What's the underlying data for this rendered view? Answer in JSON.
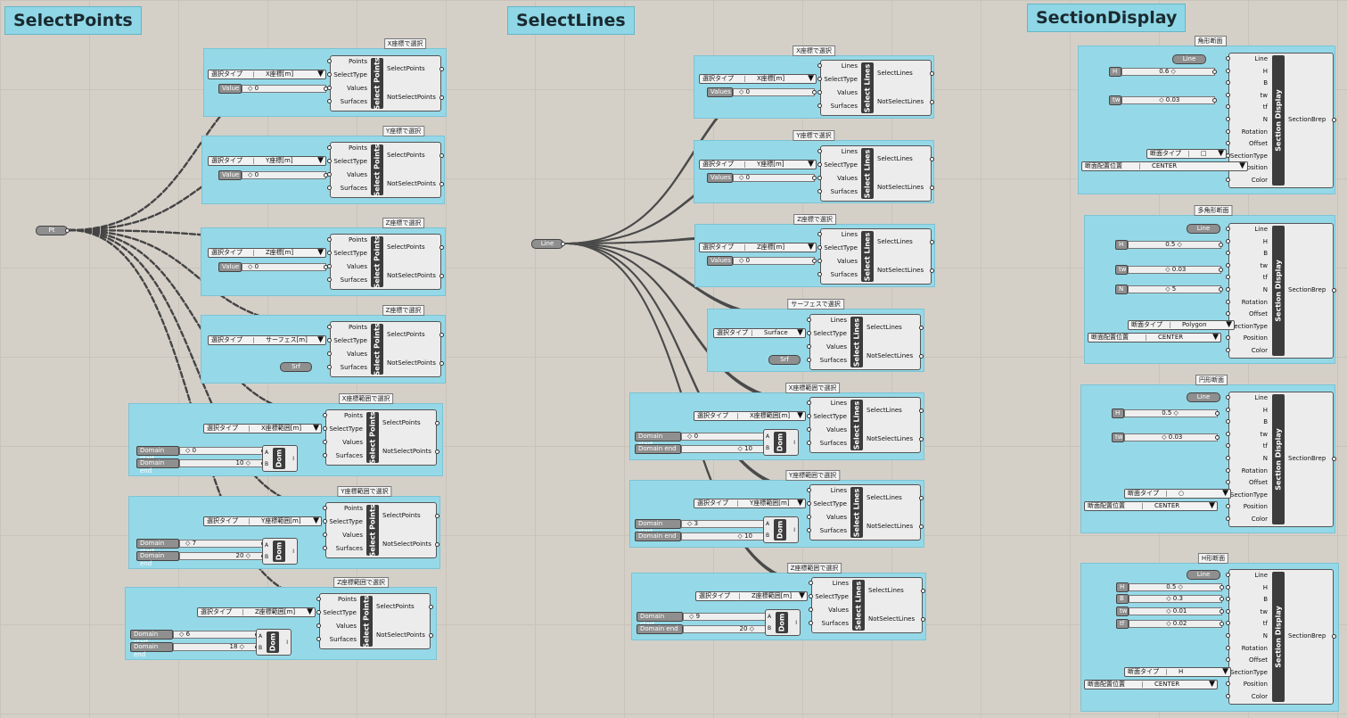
{
  "titles": {
    "select_points": "SelectPoints",
    "select_lines": "SelectLines",
    "section_display": "SectionDisplay"
  },
  "pt_param": "Pt",
  "line_param": "Line",
  "sp": {
    "comp_name": "Select Points",
    "inputs": [
      "Points",
      "SelectType",
      "Values",
      "Surfaces"
    ],
    "outputs": [
      "SelectPoints",
      "NotSelectPoints"
    ],
    "g1": {
      "label": "X座標で選択",
      "list_key": "選択タイプ",
      "list_val": "X座標[m]",
      "slider_name": "Value",
      "slider_val": "◇ 0"
    },
    "g2": {
      "label": "Y座標で選択",
      "list_key": "選択タイプ",
      "list_val": "Y座標[m]",
      "slider_name": "Value",
      "slider_val": "◇ 0"
    },
    "g3": {
      "label": "Z座標で選択",
      "list_key": "選択タイプ",
      "list_val": "Z座標[m]",
      "slider_name": "Value",
      "slider_val": "◇ 0"
    },
    "g4": {
      "label": "Z座標で選択",
      "list_key": "選択タイプ",
      "list_val": "サーフェス[m]",
      "srf": "Srf"
    },
    "g5": {
      "label": "X座標範囲で選択",
      "list_key": "選択タイプ",
      "list_val": "X座標範囲[m]",
      "ds": "Domain start",
      "ds_val": "◇ 0",
      "de": "Domain end",
      "de_val": "10 ◇"
    },
    "g6": {
      "label": "Y座標範囲で選択",
      "list_key": "選択タイプ",
      "list_val": "Y座標範囲[m]",
      "ds": "Domain start",
      "ds_val": "◇ 7",
      "de": "Domain end",
      "de_val": "20 ◇"
    },
    "g7": {
      "label": "Z座標範囲で選択",
      "list_key": "選択タイプ",
      "list_val": "Z座標範囲[m]",
      "ds": "Domain start",
      "ds_val": "◇ 6",
      "de": "Domain end",
      "de_val": "18 ◇"
    }
  },
  "sl": {
    "comp_name": "Select Lines",
    "inputs": [
      "Lines",
      "SelectType",
      "Values",
      "Surfaces"
    ],
    "outputs": [
      "SelectLines",
      "NotSelectLines"
    ],
    "g1": {
      "label": "X座標で選択",
      "list_key": "選択タイプ",
      "list_val": "X座標[m]",
      "slider_name": "Values",
      "slider_val": "◇ 0"
    },
    "g2": {
      "label": "Y座標で選択",
      "list_key": "選択タイプ",
      "list_val": "Y座標[m]",
      "slider_name": "Values",
      "slider_val": "◇ 0"
    },
    "g3": {
      "label": "Z座標で選択",
      "list_key": "選択タイプ",
      "list_val": "Z座標[m]",
      "slider_name": "Values",
      "slider_val": "◇ 0"
    },
    "g4": {
      "label": "サーフェスで選択",
      "list_key": "選択タイプ",
      "list_val": "Surface",
      "srf": "Srf"
    },
    "g5": {
      "label": "X座標範囲で選択",
      "list_key": "選択タイプ",
      "list_val": "X座標範囲[m]",
      "ds": "Domain start",
      "ds_val": "◇ 0",
      "de": "Domain end",
      "de_val": "◇ 10"
    },
    "g6": {
      "label": "Y座標範囲で選択",
      "list_key": "選択タイプ",
      "list_val": "Y座標範囲[m]",
      "ds": "Domain start",
      "ds_val": "◇ 3",
      "de": "Domain end",
      "de_val": "◇ 10"
    },
    "g7": {
      "label": "Z座標範囲で選択",
      "list_key": "選択タイプ",
      "list_val": "Z座標範囲[m]",
      "ds": "Domain start",
      "ds_val": "◇ 9",
      "de": "Domain end",
      "de_val": "20 ◇"
    }
  },
  "dom": {
    "name": "Dom",
    "a": "A",
    "b": "B",
    "i": "I"
  },
  "sd": {
    "comp_name": "Section Display",
    "inputs": [
      "Line",
      "H",
      "B",
      "tw",
      "tf",
      "N",
      "Rotation",
      "Offset",
      "SectionType",
      "Position",
      "Color"
    ],
    "output": "SectionBrep",
    "type_key": "断面タイプ",
    "pos_key": "断面配置位置",
    "pos_val": "CENTER",
    "g1": {
      "label": "角形断面",
      "type_val": "□",
      "H": "0.6 ◇",
      "tw": "◇ 0.03"
    },
    "g2": {
      "label": "多角形断面",
      "type_val": "Polygon",
      "H": "0.5 ◇",
      "tw": "◇ 0.03",
      "N": "◇ 5"
    },
    "g3": {
      "label": "円形断面",
      "type_val": "○",
      "H": "0.5 ◇",
      "tw": "◇ 0.03"
    },
    "g4": {
      "label": "H形断面",
      "type_val": "H",
      "H": "0.5 ◇",
      "B": "◇ 0.3",
      "tw": "◇ 0.01",
      "tf": "◇ 0.02"
    }
  }
}
